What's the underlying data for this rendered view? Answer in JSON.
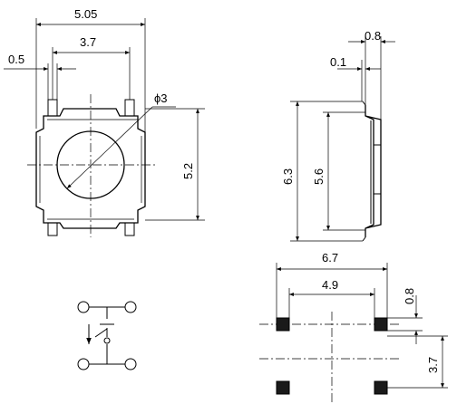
{
  "dimensions": {
    "top_width": "5.05",
    "lead_pitch": "3.7",
    "lead_width": "0.5",
    "button_diameter": "ϕ3",
    "body_height": "5.2",
    "side_thickness": "0.8",
    "side_lead_thickness": "0.1",
    "side_overall_height": "6.3",
    "side_body_height": "5.6",
    "pad_span": "6.7",
    "pad_pitch": "4.9",
    "pad_size": "0.8",
    "pad_vertical_pitch": "3.7"
  }
}
